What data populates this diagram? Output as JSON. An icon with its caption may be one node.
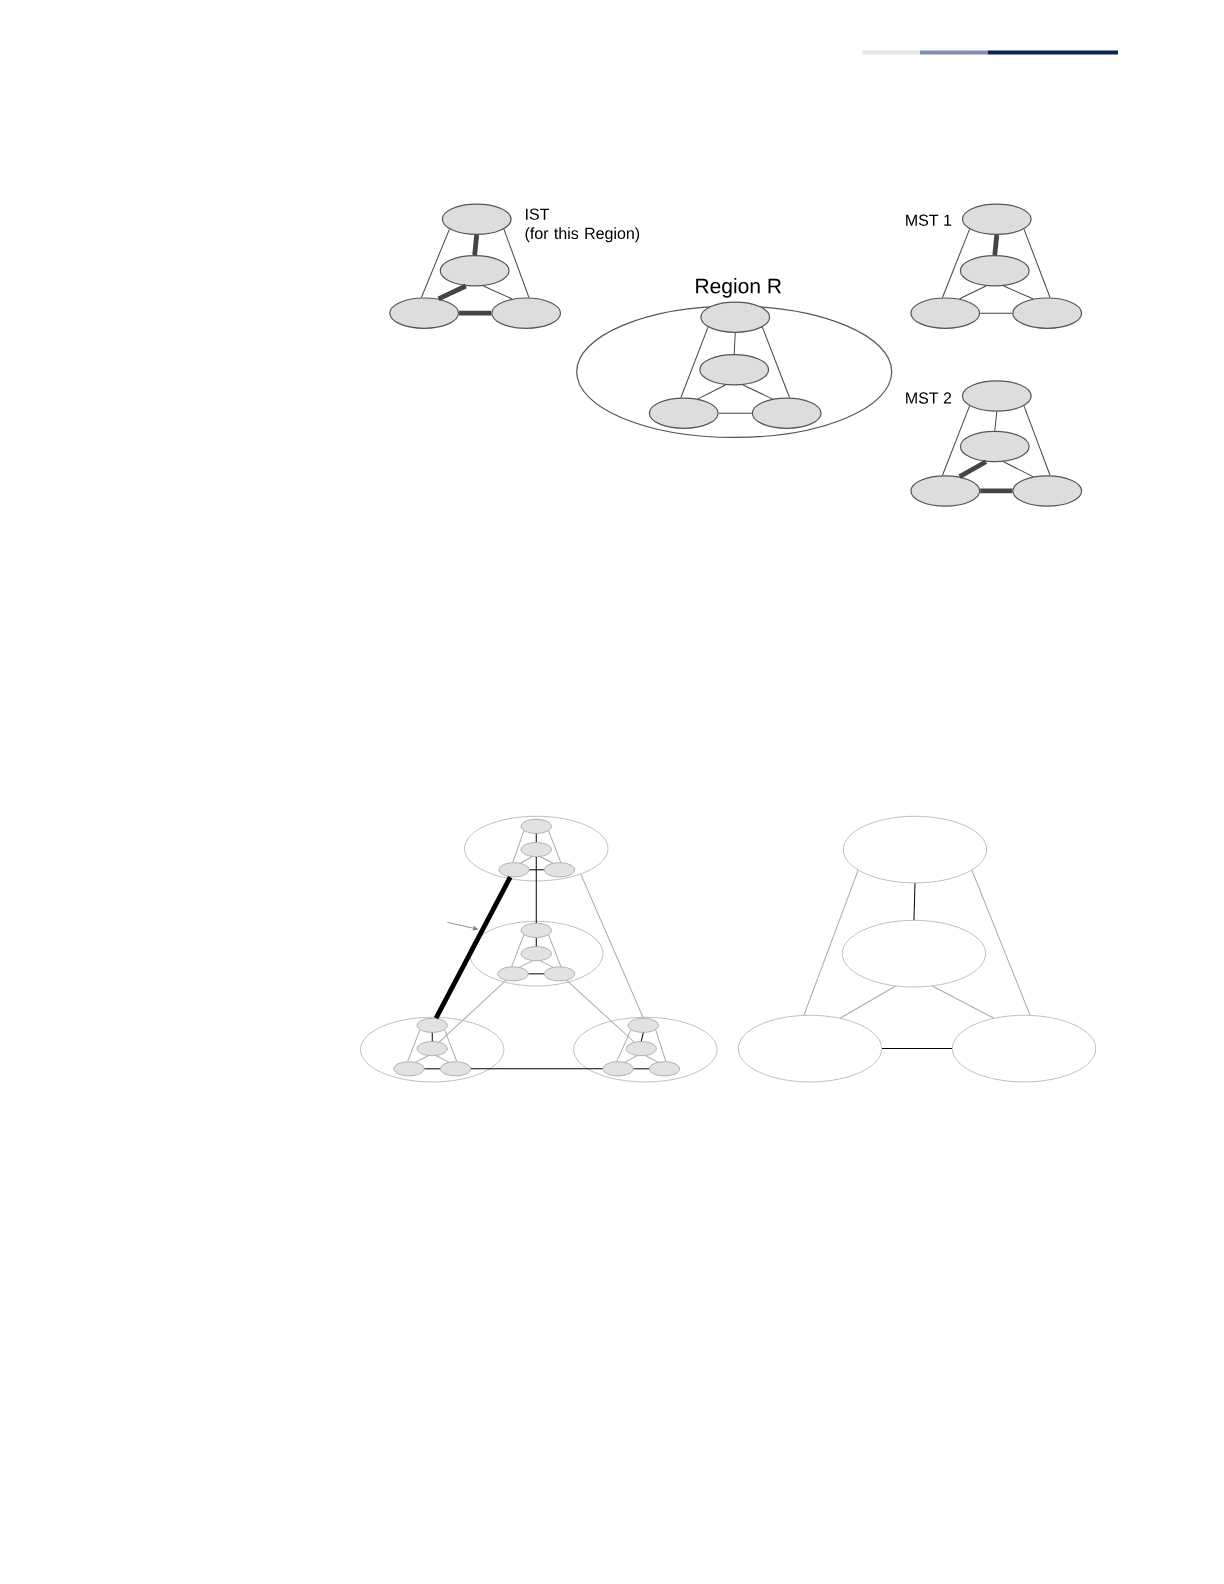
{
  "diagram": {
    "nodes": [
      {
        "text": [],
        "shape": "ellipse"
      },
      {
        "text": [],
        "shape": "ellipse"
      },
      {
        "text": [],
        "shape": "ellipse"
      },
      {
        "text": [],
        "shape": "ellipse"
      },
      {
        "text": [
          "Region R"
        ]
      },
      {
        "text": [],
        "shape": "ellipse",
        "in": 4
      },
      {
        "text": [],
        "shape": "ellipse",
        "in": 4
      },
      {
        "text": [],
        "shape": "ellipse",
        "in": 4
      },
      {
        "text": [],
        "shape": "ellipse",
        "in": 4
      },
      {
        "text": [],
        "shape": "ellipse"
      },
      {
        "text": [],
        "shape": "ellipse"
      },
      {
        "text": [],
        "shape": "ellipse"
      },
      {
        "text": [],
        "shape": "ellipse"
      },
      {
        "text": [],
        "shape": "ellipse"
      },
      {
        "text": [],
        "shape": "ellipse"
      },
      {
        "text": [],
        "shape": "ellipse"
      },
      {
        "text": [],
        "shape": "ellipse"
      },
      {
        "text": [],
        "shape": "ellipse"
      },
      {
        "text": [],
        "shape": "ellipse",
        "in": 17
      },
      {
        "text": [],
        "shape": "ellipse",
        "in": 17
      },
      {
        "text": [],
        "shape": "ellipse",
        "in": 17
      },
      {
        "text": [],
        "shape": "ellipse",
        "in": 17
      },
      {
        "text": [],
        "shape": "ellipse"
      },
      {
        "text": [],
        "shape": "ellipse",
        "in": 22
      },
      {
        "text": [],
        "shape": "ellipse",
        "in": 22
      },
      {
        "text": [],
        "shape": "ellipse",
        "in": 22
      },
      {
        "text": [],
        "shape": "ellipse",
        "in": 22
      },
      {
        "text": [],
        "shape": "ellipse"
      },
      {
        "text": [],
        "shape": "ellipse",
        "in": 27
      },
      {
        "text": [],
        "shape": "ellipse",
        "in": 27
      },
      {
        "text": [],
        "shape": "ellipse",
        "in": 27
      },
      {
        "text": [],
        "shape": "ellipse",
        "in": 27
      },
      {
        "text": [],
        "shape": "ellipse"
      },
      {
        "text": [],
        "shape": "ellipse",
        "in": 32
      },
      {
        "text": [],
        "shape": "ellipse",
        "in": 32
      },
      {
        "text": [],
        "shape": "ellipse",
        "in": 32
      },
      {
        "text": [],
        "shape": "ellipse",
        "in": 32
      },
      {
        "text": [],
        "shape": "ellipse"
      },
      {
        "text": [],
        "shape": "ellipse"
      },
      {
        "text": [],
        "shape": "ellipse"
      },
      {
        "text": [],
        "shape": "ellipse"
      }
    ],
    "edges": [
      {
        "from": 0,
        "to": 1,
        "arrow": "none",
        "style": "thick"
      },
      {
        "from": 0,
        "to": 2,
        "arrow": "none"
      },
      {
        "from": 0,
        "to": 3,
        "arrow": "none"
      },
      {
        "from": 1,
        "to": 2,
        "arrow": "none",
        "style": "thick"
      },
      {
        "from": 1,
        "to": 3,
        "arrow": "none"
      },
      {
        "from": 2,
        "to": 3,
        "arrow": "none",
        "style": "thick"
      },
      {
        "from": 5,
        "to": 6,
        "arrow": "none"
      },
      {
        "from": 5,
        "to": 7,
        "arrow": "none"
      },
      {
        "from": 5,
        "to": 8,
        "arrow": "none"
      },
      {
        "from": 6,
        "to": 7,
        "arrow": "none"
      },
      {
        "from": 6,
        "to": 8,
        "arrow": "none"
      },
      {
        "from": 7,
        "to": 8,
        "arrow": "none"
      },
      {
        "from": 9,
        "to": 10,
        "arrow": "none",
        "style": "thick"
      },
      {
        "from": 9,
        "to": 11,
        "arrow": "none"
      },
      {
        "from": 9,
        "to": 12,
        "arrow": "none"
      },
      {
        "from": 10,
        "to": 11,
        "arrow": "none"
      },
      {
        "from": 10,
        "to": 12,
        "arrow": "none"
      },
      {
        "from": 11,
        "to": 12,
        "arrow": "none"
      },
      {
        "from": 13,
        "to": 14,
        "arrow": "none"
      },
      {
        "from": 13,
        "to": 15,
        "arrow": "none"
      },
      {
        "from": 13,
        "to": 16,
        "arrow": "none"
      },
      {
        "from": 14,
        "to": 15,
        "arrow": "none",
        "style": "thick"
      },
      {
        "from": 14,
        "to": 16,
        "arrow": "none"
      },
      {
        "from": 15,
        "to": 16,
        "arrow": "none",
        "style": "thick"
      },
      {
        "from": 18,
        "to": 19,
        "arrow": "none",
        "color": "#000000"
      },
      {
        "from": 18,
        "to": 20,
        "arrow": "none",
        "color": "#aaaaaa"
      },
      {
        "from": 18,
        "to": 21,
        "arrow": "none",
        "color": "#aaaaaa"
      },
      {
        "from": 19,
        "to": 20,
        "arrow": "none",
        "color": "#aaaaaa"
      },
      {
        "from": 19,
        "to": 21,
        "arrow": "none",
        "color": "#aaaaaa"
      },
      {
        "from": 20,
        "to": 21,
        "arrow": "none",
        "color": "#000000"
      },
      {
        "from": 23,
        "to": 24,
        "arrow": "none",
        "color": "#000000"
      },
      {
        "from": 23,
        "to": 25,
        "arrow": "none",
        "color": "#aaaaaa"
      },
      {
        "from": 23,
        "to": 26,
        "arrow": "none",
        "color": "#aaaaaa"
      },
      {
        "from": 24,
        "to": 25,
        "arrow": "none",
        "color": "#aaaaaa"
      },
      {
        "from": 24,
        "to": 26,
        "arrow": "none",
        "color": "#aaaaaa"
      },
      {
        "from": 25,
        "to": 26,
        "arrow": "none",
        "color": "#000000"
      },
      {
        "from": 28,
        "to": 29,
        "arrow": "none",
        "color": "#000000"
      },
      {
        "from": 28,
        "to": 30,
        "arrow": "none",
        "color": "#aaaaaa"
      },
      {
        "from": 28,
        "to": 31,
        "arrow": "none",
        "color": "#aaaaaa"
      },
      {
        "from": 29,
        "to": 30,
        "arrow": "none",
        "color": "#aaaaaa"
      },
      {
        "from": 29,
        "to": 31,
        "arrow": "none",
        "color": "#aaaaaa"
      },
      {
        "from": 30,
        "to": 31,
        "arrow": "none",
        "color": "#000000"
      },
      {
        "from": 33,
        "to": 34,
        "arrow": "none",
        "color": "#000000"
      },
      {
        "from": 33,
        "to": 35,
        "arrow": "none",
        "color": "#aaaaaa"
      },
      {
        "from": 33,
        "to": 36,
        "arrow": "none",
        "color": "#aaaaaa"
      },
      {
        "from": 34,
        "to": 35,
        "arrow": "none",
        "color": "#aaaaaa"
      },
      {
        "from": 34,
        "to": 36,
        "arrow": "none",
        "color": "#aaaaaa"
      },
      {
        "from": 35,
        "to": 36,
        "arrow": "none",
        "color": "#000000"
      },
      {
        "from": 20,
        "to": 28,
        "arrow": "none",
        "style": "thick",
        "color": "#000000"
      },
      {
        "from": 19,
        "to": 23,
        "arrow": "none",
        "color": "#000000"
      },
      {
        "from": 17,
        "to": 33,
        "arrow": "none",
        "color": "#aaaaaa"
      },
      {
        "from": 25,
        "to": 29,
        "arrow": "none",
        "color": "#aaaaaa"
      },
      {
        "from": 26,
        "to": 34,
        "arrow": "none",
        "color": "#aaaaaa"
      },
      {
        "from": 31,
        "to": 35,
        "arrow": "none",
        "color": "#000000"
      },
      {
        "from": 37,
        "to": 38,
        "arrow": "none",
        "color": "#000000"
      },
      {
        "from": 37,
        "to": 39,
        "arrow": "none",
        "color": "#aaaaaa"
      },
      {
        "from": 37,
        "to": 40,
        "arrow": "none",
        "color": "#aaaaaa"
      },
      {
        "from": 38,
        "to": 39,
        "arrow": "none",
        "color": "#aaaaaa"
      },
      {
        "from": 38,
        "to": 40,
        "arrow": "none",
        "color": "#aaaaaa"
      },
      {
        "from": 39,
        "to": 40,
        "arrow": "none",
        "color": "#000000"
      }
    ],
    "labels": [
      "IST (for this Region)",
      "MST 1",
      "MST 2"
    ]
  }
}
